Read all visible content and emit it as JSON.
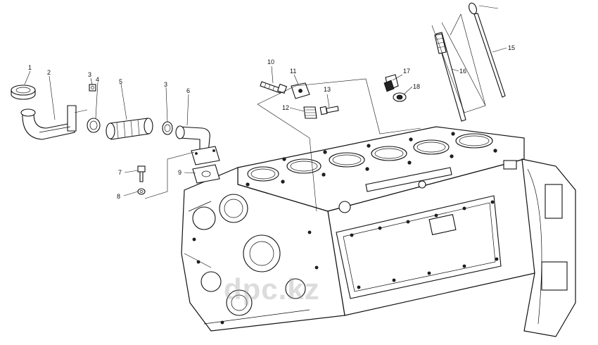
{
  "diagram": {
    "callouts": [
      "1",
      "2",
      "3",
      "4",
      "5",
      "3",
      "6",
      "7",
      "8",
      "9",
      "10",
      "11",
      "12",
      "13",
      "17",
      "18",
      "16",
      "15"
    ],
    "watermark": "dpc.kz"
  }
}
